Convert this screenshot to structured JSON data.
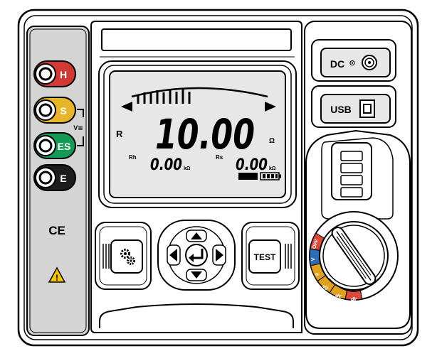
{
  "terminals": [
    {
      "label": "H",
      "color": "#d13a36"
    },
    {
      "label": "S",
      "color": "#e6b52a"
    },
    {
      "label": "ES",
      "color": "#159a55"
    },
    {
      "label": "E",
      "color": "#1d1d1d"
    }
  ],
  "terminal_note": "V≅",
  "side_marks": {
    "ce": "CE",
    "warning": "!"
  },
  "display": {
    "mode": "R",
    "main_value": "10.00",
    "main_unit": "Ω",
    "sub1_label": "Rh",
    "sub1_value": "0.00",
    "sub1_unit": "kΩ",
    "sub2_label": "Rs",
    "sub2_value": "0.00",
    "sub2_unit": "kΩ"
  },
  "buttons": {
    "settings": "settings",
    "test": "TEST"
  },
  "ports": {
    "dc": "DC",
    "usb": "USB"
  },
  "dial": {
    "positions": [
      {
        "label": "OFF",
        "color": "#d94a3a"
      },
      {
        "label": "V",
        "color": "#2e6db5"
      },
      {
        "label": "ρ",
        "color": "#e0a020"
      },
      {
        "label": "2P",
        "color": "#e0a020"
      },
      {
        "label": "3P",
        "color": "#e0a020"
      },
      {
        "label": "4P",
        "color": "#d94a3a"
      }
    ]
  },
  "colors": {
    "body": "#ffffff",
    "left_strip": "#d4d4d4",
    "lcd": "#e7e7e7",
    "ink": "#000000"
  }
}
